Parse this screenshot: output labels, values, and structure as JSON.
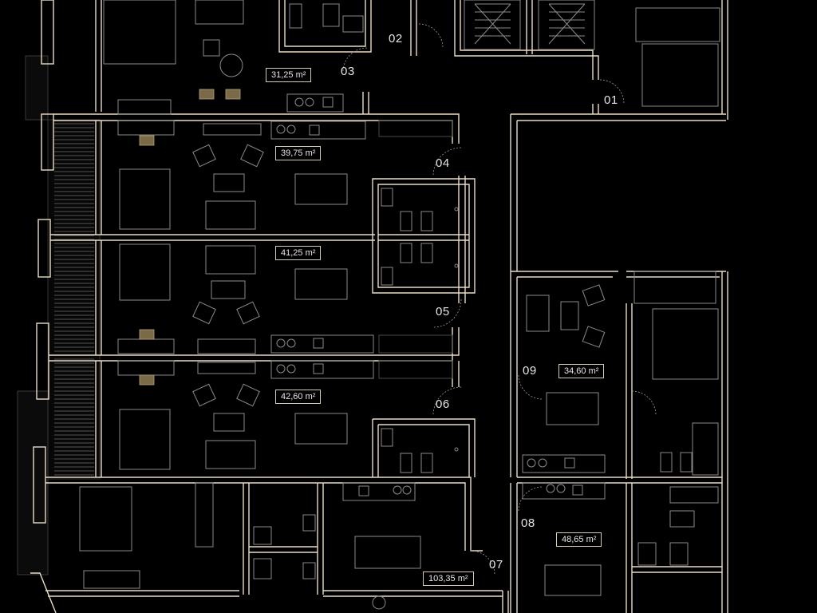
{
  "floorplan": {
    "background": "#000000",
    "wall_color": "#e9dcc6",
    "units": [
      {
        "id": "01",
        "area": "",
        "label": "01"
      },
      {
        "id": "02",
        "area": "",
        "label": "02"
      },
      {
        "id": "03",
        "area": "31,25 m²",
        "label": "03"
      },
      {
        "id": "04",
        "area": "39,75 m²",
        "label": "04"
      },
      {
        "id": "05",
        "area": "41,25 m²",
        "label": "05"
      },
      {
        "id": "06",
        "area": "42,60 m²",
        "label": "06"
      },
      {
        "id": "07",
        "area": "103,35 m²",
        "label": "07"
      },
      {
        "id": "08",
        "area": "48,65 m²",
        "label": "08"
      },
      {
        "id": "09",
        "area": "34,60 m²",
        "label": "09"
      }
    ]
  }
}
